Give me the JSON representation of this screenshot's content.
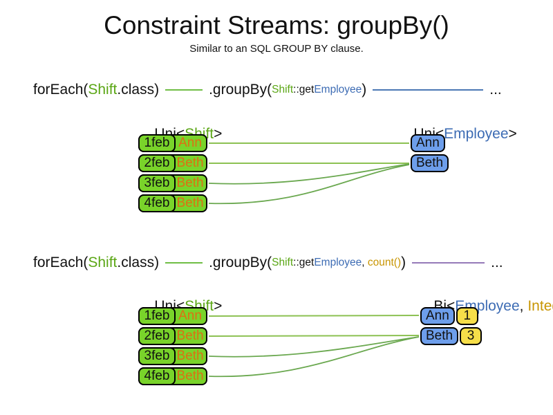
{
  "title": "Constraint Streams: groupBy()",
  "subtitle": "Similar to an SQL GROUP BY clause.",
  "colors": {
    "green-box": "#79d32a",
    "blue-box": "#6d9eeb",
    "yellow-box": "#f6de49",
    "green-text": "#5aa614",
    "blue-text": "#3d6cb4",
    "gold-text": "#c89502",
    "orange-text": "#dd6f13",
    "green-line": "#6fbe44",
    "blue-line": "#4a77b4",
    "purple-line": "#9579b8",
    "flow-line-light": "#8cc152",
    "flow-line": "#6aa84f"
  },
  "sections": [
    {
      "code": {
        "foreach_open": "forEach(",
        "shift": "Shift",
        "class_close": ".class)",
        "groupby_open": ".groupBy(",
        "param_shift": "Shift",
        "param_getter": "::get",
        "param_employee": "Employee",
        "groupby_close": ")",
        "ellipsis": "..."
      },
      "left_label": {
        "prefix": "Uni<",
        "type": "Shift",
        "suffix": ">"
      },
      "right_label": {
        "prefix": "Uni<",
        "type_a": "Employee",
        "suffix": ">"
      },
      "table": {
        "rows": [
          {
            "date": "1feb",
            "name": "Ann"
          },
          {
            "date": "2feb",
            "name": "Beth"
          },
          {
            "date": "3feb",
            "name": "Beth"
          },
          {
            "date": "4feb",
            "name": "Beth"
          }
        ]
      },
      "groups": [
        {
          "name": "Ann"
        },
        {
          "name": "Beth"
        }
      ]
    },
    {
      "code": {
        "foreach_open": "forEach(",
        "shift": "Shift",
        "class_close": ".class)",
        "groupby_open": ".groupBy(",
        "param_shift": "Shift",
        "param_getter": "::get",
        "param_employee": "Employee",
        "param_comma": ", ",
        "param_count": "count()",
        "groupby_close": ")",
        "ellipsis": "..."
      },
      "left_label": {
        "prefix": "Uni<",
        "type": "Shift",
        "suffix": ">"
      },
      "right_label": {
        "prefix": "Bi<",
        "type_a": "Employee",
        "comma": ", ",
        "type_b": "Integer",
        "suffix": ">"
      },
      "table": {
        "rows": [
          {
            "date": "1feb",
            "name": "Ann"
          },
          {
            "date": "2feb",
            "name": "Beth"
          },
          {
            "date": "3feb",
            "name": "Beth"
          },
          {
            "date": "4feb",
            "name": "Beth"
          }
        ]
      },
      "groups": [
        {
          "name": "Ann",
          "count": "1"
        },
        {
          "name": "Beth",
          "count": "3"
        }
      ]
    }
  ]
}
